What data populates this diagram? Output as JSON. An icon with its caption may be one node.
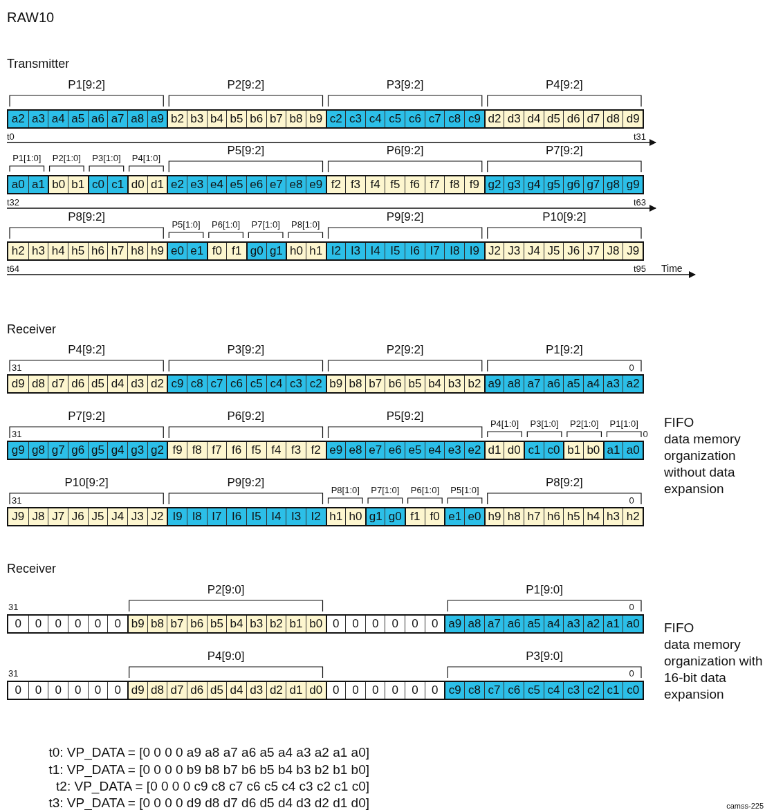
{
  "diagram": {
    "nodes": [
      {
        "text": [],
        "shape": "bar"
      },
      {
        "text": [
          "a2"
        ],
        "in": 0
      },
      {
        "text": [
          "a3"
        ],
        "in": 0
      },
      {
        "text": [
          "a4"
        ],
        "in": 0
      },
      {
        "text": [
          "a5"
        ],
        "in": 0
      },
      {
        "text": [
          "a6"
        ],
        "in": 0
      },
      {
        "text": [
          "a7"
        ],
        "in": 0
      },
      {
        "text": [
          "a8"
        ],
        "in": 0
      },
      {
        "text": [
          "a9"
        ],
        "in": 0
      },
      {
        "text": [
          "b2"
        ],
        "in": 0
      },
      {
        "text": [
          "b3"
        ],
        "in": 0
      },
      {
        "text": [
          "b4"
        ],
        "in": 0
      },
      {
        "text": [
          "b5"
        ],
        "in": 0
      },
      {
        "text": [
          "b6"
        ],
        "in": 0
      },
      {
        "text": [
          "b7"
        ],
        "in": 0
      },
      {
        "text": [
          "b8"
        ],
        "in": 0
      },
      {
        "text": [
          "b9"
        ],
        "in": 0
      },
      {
        "text": [
          "c2"
        ],
        "in": 0
      },
      {
        "text": [
          "c3"
        ],
        "in": 0
      },
      {
        "text": [
          "c4"
        ],
        "in": 0
      },
      {
        "text": [
          "c5"
        ],
        "in": 0
      },
      {
        "text": [
          "c6"
        ],
        "in": 0
      },
      {
        "text": [
          "c7"
        ],
        "in": 0
      },
      {
        "text": [
          "c8"
        ],
        "in": 0
      },
      {
        "text": [
          "c9"
        ],
        "in": 0
      },
      {
        "text": [
          "d2"
        ],
        "in": 0
      },
      {
        "text": [
          "d3"
        ],
        "in": 0
      },
      {
        "text": [
          "d4"
        ],
        "in": 0
      },
      {
        "text": [
          "d5"
        ],
        "in": 0
      },
      {
        "text": [
          "d6"
        ],
        "in": 0
      },
      {
        "text": [
          "d7"
        ],
        "in": 0
      },
      {
        "text": [
          "d8"
        ],
        "in": 0
      },
      {
        "text": [
          "d9"
        ],
        "in": 0
      },
      {
        "text": [],
        "shape": "bar"
      },
      {
        "text": [
          "a0"
        ],
        "in": 33
      },
      {
        "text": [
          "a1"
        ],
        "in": 33
      },
      {
        "text": [
          "b0"
        ],
        "in": 33
      },
      {
        "text": [
          "b1"
        ],
        "in": 33
      },
      {
        "text": [
          "c0"
        ],
        "in": 33
      },
      {
        "text": [
          "c1"
        ],
        "in": 33
      },
      {
        "text": [
          "d0"
        ],
        "in": 33
      },
      {
        "text": [
          "d1"
        ],
        "in": 33
      },
      {
        "text": [
          "e2"
        ],
        "in": 33
      },
      {
        "text": [
          "e3"
        ],
        "in": 33
      },
      {
        "text": [
          "e4"
        ],
        "in": 33
      },
      {
        "text": [
          "e5"
        ],
        "in": 33
      },
      {
        "text": [
          "e6"
        ],
        "in": 33
      },
      {
        "text": [
          "e7"
        ],
        "in": 33
      },
      {
        "text": [
          "e8"
        ],
        "in": 33
      },
      {
        "text": [
          "e9"
        ],
        "in": 33
      },
      {
        "text": [
          "f2"
        ],
        "in": 33
      },
      {
        "text": [
          "f3"
        ],
        "in": 33
      },
      {
        "text": [
          "f4"
        ],
        "in": 33
      },
      {
        "text": [
          "f5"
        ],
        "in": 33
      },
      {
        "text": [
          "f6"
        ],
        "in": 33
      },
      {
        "text": [
          "f7"
        ],
        "in": 33
      },
      {
        "text": [
          "f8"
        ],
        "in": 33
      },
      {
        "text": [
          "f9"
        ],
        "in": 33
      },
      {
        "text": [
          "g2"
        ],
        "in": 33
      },
      {
        "text": [
          "g3"
        ],
        "in": 33
      },
      {
        "text": [
          "g4"
        ],
        "in": 33
      },
      {
        "text": [
          "g5"
        ],
        "in": 33
      },
      {
        "text": [
          "g6"
        ],
        "in": 33
      },
      {
        "text": [
          "g7"
        ],
        "in": 33
      },
      {
        "text": [
          "g8"
        ],
        "in": 33
      },
      {
        "text": [
          "g9"
        ],
        "in": 33
      },
      {
        "text": [],
        "shape": "bar"
      },
      {
        "text": [
          "h2"
        ],
        "in": 66
      },
      {
        "text": [
          "h3"
        ],
        "in": 66
      },
      {
        "text": [
          "h4"
        ],
        "in": 66
      },
      {
        "text": [
          "h5"
        ],
        "in": 66
      },
      {
        "text": [
          "h6"
        ],
        "in": 66
      },
      {
        "text": [
          "h7"
        ],
        "in": 66
      },
      {
        "text": [
          "h8"
        ],
        "in": 66
      },
      {
        "text": [
          "h9"
        ],
        "in": 66
      },
      {
        "text": [
          "e0"
        ],
        "in": 66
      },
      {
        "text": [
          "e1"
        ],
        "in": 66
      },
      {
        "text": [
          "f0"
        ],
        "in": 66
      },
      {
        "text": [
          "f1"
        ],
        "in": 66
      },
      {
        "text": [
          "g0"
        ],
        "in": 66
      },
      {
        "text": [
          "g1"
        ],
        "in": 66
      },
      {
        "text": [
          "h0"
        ],
        "in": 66
      },
      {
        "text": [
          "h1"
        ],
        "in": 66
      },
      {
        "text": [
          "I2"
        ],
        "in": 66
      },
      {
        "text": [
          "I3"
        ],
        "in": 66
      },
      {
        "text": [
          "I4"
        ],
        "in": 66
      },
      {
        "text": [
          "I5"
        ],
        "in": 66
      },
      {
        "text": [
          "I6"
        ],
        "in": 66
      },
      {
        "text": [
          "I7"
        ],
        "in": 66
      },
      {
        "text": [
          "I8"
        ],
        "in": 66
      },
      {
        "text": [
          "I9"
        ],
        "in": 66
      },
      {
        "text": [
          "J2"
        ],
        "in": 66
      },
      {
        "text": [
          "J3"
        ],
        "in": 66
      },
      {
        "text": [
          "J4"
        ],
        "in": 66
      },
      {
        "text": [
          "J5"
        ],
        "in": 66
      },
      {
        "text": [
          "J6"
        ],
        "in": 66
      },
      {
        "text": [
          "J7"
        ],
        "in": 66
      },
      {
        "text": [
          "J8"
        ],
        "in": 66
      },
      {
        "text": [
          "J9"
        ],
        "in": 66
      },
      {
        "text": [],
        "shape": "bar"
      },
      {
        "text": [
          "d9"
        ],
        "in": 99
      },
      {
        "text": [
          "d8"
        ],
        "in": 99
      },
      {
        "text": [
          "d7"
        ],
        "in": 99
      },
      {
        "text": [
          "d6"
        ],
        "in": 99
      },
      {
        "text": [
          "d5"
        ],
        "in": 99
      },
      {
        "text": [
          "d4"
        ],
        "in": 99
      },
      {
        "text": [
          "d3"
        ],
        "in": 99
      },
      {
        "text": [
          "d2"
        ],
        "in": 99
      },
      {
        "text": [
          "c9"
        ],
        "in": 99
      },
      {
        "text": [
          "c8"
        ],
        "in": 99
      },
      {
        "text": [
          "c7"
        ],
        "in": 99
      },
      {
        "text": [
          "c6"
        ],
        "in": 99
      },
      {
        "text": [
          "c5"
        ],
        "in": 99
      },
      {
        "text": [
          "c4"
        ],
        "in": 99
      },
      {
        "text": [
          "c3"
        ],
        "in": 99
      },
      {
        "text": [
          "c2"
        ],
        "in": 99
      },
      {
        "text": [
          "b9"
        ],
        "in": 99
      },
      {
        "text": [
          "b8"
        ],
        "in": 99
      },
      {
        "text": [
          "b7"
        ],
        "in": 99
      },
      {
        "text": [
          "b6"
        ],
        "in": 99
      },
      {
        "text": [
          "b5"
        ],
        "in": 99
      },
      {
        "text": [
          "b4"
        ],
        "in": 99
      },
      {
        "text": [
          "b3"
        ],
        "in": 99
      },
      {
        "text": [
          "b2"
        ],
        "in": 99
      },
      {
        "text": [
          "a9"
        ],
        "in": 99
      },
      {
        "text": [
          "a8"
        ],
        "in": 99
      },
      {
        "text": [
          "a7"
        ],
        "in": 99
      },
      {
        "text": [
          "a6"
        ],
        "in": 99
      },
      {
        "text": [
          "a5"
        ],
        "in": 99
      },
      {
        "text": [
          "a4"
        ],
        "in": 99
      },
      {
        "text": [
          "a3"
        ],
        "in": 99
      },
      {
        "text": [
          "a2"
        ],
        "in": 99
      },
      {
        "text": [],
        "shape": "bar"
      },
      {
        "text": [
          "g9"
        ],
        "in": 132
      },
      {
        "text": [
          "g8"
        ],
        "in": 132
      },
      {
        "text": [
          "g7"
        ],
        "in": 132
      },
      {
        "text": [
          "g6"
        ],
        "in": 132
      },
      {
        "text": [
          "g5"
        ],
        "in": 132
      },
      {
        "text": [
          "g4"
        ],
        "in": 132
      },
      {
        "text": [
          "g3"
        ],
        "in": 132
      },
      {
        "text": [
          "g2"
        ],
        "in": 132
      },
      {
        "text": [
          "f9"
        ],
        "in": 132
      },
      {
        "text": [
          "f8"
        ],
        "in": 132
      },
      {
        "text": [
          "f7"
        ],
        "in": 132
      },
      {
        "text": [
          "f6"
        ],
        "in": 132
      },
      {
        "text": [
          "f5"
        ],
        "in": 132
      },
      {
        "text": [
          "f4"
        ],
        "in": 132
      },
      {
        "text": [
          "f3"
        ],
        "in": 132
      },
      {
        "text": [
          "f2"
        ],
        "in": 132
      },
      {
        "text": [
          "e9"
        ],
        "in": 132
      },
      {
        "text": [
          "e8"
        ],
        "in": 132
      },
      {
        "text": [
          "e7"
        ],
        "in": 132
      },
      {
        "text": [
          "e6"
        ],
        "in": 132
      },
      {
        "text": [
          "e5"
        ],
        "in": 132
      },
      {
        "text": [
          "e4"
        ],
        "in": 132
      },
      {
        "text": [
          "e3"
        ],
        "in": 132
      },
      {
        "text": [
          "e2"
        ],
        "in": 132
      },
      {
        "text": [
          "d1"
        ],
        "in": 132
      },
      {
        "text": [
          "d0"
        ],
        "in": 132
      },
      {
        "text": [
          "c1"
        ],
        "in": 132
      },
      {
        "text": [
          "c0"
        ],
        "in": 132
      },
      {
        "text": [
          "b1"
        ],
        "in": 132
      },
      {
        "text": [
          "b0"
        ],
        "in": 132
      },
      {
        "text": [
          "a1"
        ],
        "in": 132
      },
      {
        "text": [
          "a0"
        ],
        "in": 132
      },
      {
        "text": [],
        "shape": "bar"
      },
      {
        "text": [
          "J9"
        ],
        "in": 165
      },
      {
        "text": [
          "J8"
        ],
        "in": 165
      },
      {
        "text": [
          "J7"
        ],
        "in": 165
      },
      {
        "text": [
          "J6"
        ],
        "in": 165
      },
      {
        "text": [
          "J5"
        ],
        "in": 165
      },
      {
        "text": [
          "J4"
        ],
        "in": 165
      },
      {
        "text": [
          "J3"
        ],
        "in": 165
      },
      {
        "text": [
          "J2"
        ],
        "in": 165
      },
      {
        "text": [
          "I9"
        ],
        "in": 165
      },
      {
        "text": [
          "I8"
        ],
        "in": 165
      },
      {
        "text": [
          "I7"
        ],
        "in": 165
      },
      {
        "text": [
          "I6"
        ],
        "in": 165
      },
      {
        "text": [
          "I5"
        ],
        "in": 165
      },
      {
        "text": [
          "I4"
        ],
        "in": 165
      },
      {
        "text": [
          "I3"
        ],
        "in": 165
      },
      {
        "text": [
          "I2"
        ],
        "in": 165
      },
      {
        "text": [
          "h1"
        ],
        "in": 165
      },
      {
        "text": [
          "h0"
        ],
        "in": 165
      },
      {
        "text": [
          "g1"
        ],
        "in": 165
      },
      {
        "text": [
          "g0"
        ],
        "in": 165
      },
      {
        "text": [
          "f1"
        ],
        "in": 165
      },
      {
        "text": [
          "f0"
        ],
        "in": 165
      },
      {
        "text": [
          "e1"
        ],
        "in": 165
      },
      {
        "text": [
          "e0"
        ],
        "in": 165
      },
      {
        "text": [
          "h9"
        ],
        "in": 165
      },
      {
        "text": [
          "h8"
        ],
        "in": 165
      },
      {
        "text": [
          "h7"
        ],
        "in": 165
      },
      {
        "text": [
          "h6"
        ],
        "in": 165
      },
      {
        "text": [
          "h5"
        ],
        "in": 165
      },
      {
        "text": [
          "h4"
        ],
        "in": 165
      },
      {
        "text": [
          "h3"
        ],
        "in": 165
      },
      {
        "text": [
          "h2"
        ],
        "in": 165
      },
      {
        "text": [],
        "shape": "bar"
      },
      {
        "text": [
          "0"
        ],
        "in": 198
      },
      {
        "text": [
          "0"
        ],
        "in": 198
      },
      {
        "text": [
          "0"
        ],
        "in": 198
      },
      {
        "text": [
          "0"
        ],
        "in": 198
      },
      {
        "text": [
          "0"
        ],
        "in": 198
      },
      {
        "text": [
          "0"
        ],
        "in": 198
      },
      {
        "text": [
          "b9"
        ],
        "in": 198
      },
      {
        "text": [
          "b8"
        ],
        "in": 198
      },
      {
        "text": [
          "b7"
        ],
        "in": 198
      },
      {
        "text": [
          "b6"
        ],
        "in": 198
      },
      {
        "text": [
          "b5"
        ],
        "in": 198
      },
      {
        "text": [
          "b4"
        ],
        "in": 198
      },
      {
        "text": [
          "b3"
        ],
        "in": 198
      },
      {
        "text": [
          "b2"
        ],
        "in": 198
      },
      {
        "text": [
          "b1"
        ],
        "in": 198
      },
      {
        "text": [
          "b0"
        ],
        "in": 198
      },
      {
        "text": [
          "0"
        ],
        "in": 198
      },
      {
        "text": [
          "0"
        ],
        "in": 198
      },
      {
        "text": [
          "0"
        ],
        "in": 198
      },
      {
        "text": [
          "0"
        ],
        "in": 198
      },
      {
        "text": [
          "0"
        ],
        "in": 198
      },
      {
        "text": [
          "0"
        ],
        "in": 198
      },
      {
        "text": [
          "a9"
        ],
        "in": 198
      },
      {
        "text": [
          "a8"
        ],
        "in": 198
      },
      {
        "text": [
          "a7"
        ],
        "in": 198
      },
      {
        "text": [
          "a6"
        ],
        "in": 198
      },
      {
        "text": [
          "a5"
        ],
        "in": 198
      },
      {
        "text": [
          "a4"
        ],
        "in": 198
      },
      {
        "text": [
          "a3"
        ],
        "in": 198
      },
      {
        "text": [
          "a2"
        ],
        "in": 198
      },
      {
        "text": [
          "a1"
        ],
        "in": 198
      },
      {
        "text": [
          "a0"
        ],
        "in": 198
      },
      {
        "text": [],
        "shape": "bar"
      },
      {
        "text": [
          "0"
        ],
        "in": 231
      },
      {
        "text": [
          "0"
        ],
        "in": 231
      },
      {
        "text": [
          "0"
        ],
        "in": 231
      },
      {
        "text": [
          "0"
        ],
        "in": 231
      },
      {
        "text": [
          "0"
        ],
        "in": 231
      },
      {
        "text": [
          "0"
        ],
        "in": 231
      },
      {
        "text": [
          "d9"
        ],
        "in": 231
      },
      {
        "text": [
          "d8"
        ],
        "in": 231
      },
      {
        "text": [
          "d7"
        ],
        "in": 231
      },
      {
        "text": [
          "d6"
        ],
        "in": 231
      },
      {
        "text": [
          "d5"
        ],
        "in": 231
      },
      {
        "text": [
          "d4"
        ],
        "in": 231
      },
      {
        "text": [
          "d3"
        ],
        "in": 231
      },
      {
        "text": [
          "d2"
        ],
        "in": 231
      },
      {
        "text": [
          "d1"
        ],
        "in": 231
      },
      {
        "text": [
          "d0"
        ],
        "in": 231
      },
      {
        "text": [
          "0"
        ],
        "in": 231
      },
      {
        "text": [
          "0"
        ],
        "in": 231
      },
      {
        "text": [
          "0"
        ],
        "in": 231
      },
      {
        "text": [
          "0"
        ],
        "in": 231
      },
      {
        "text": [
          "0"
        ],
        "in": 231
      },
      {
        "text": [
          "0"
        ],
        "in": 231
      },
      {
        "text": [
          "c9"
        ],
        "in": 231
      },
      {
        "text": [
          "c8"
        ],
        "in": 231
      },
      {
        "text": [
          "c7"
        ],
        "in": 231
      },
      {
        "text": [
          "c6"
        ],
        "in": 231
      },
      {
        "text": [
          "c5"
        ],
        "in": 231
      },
      {
        "text": [
          "c4"
        ],
        "in": 231
      },
      {
        "text": [
          "c3"
        ],
        "in": 231
      },
      {
        "text": [
          "c2"
        ],
        "in": 231
      },
      {
        "text": [
          "c1"
        ],
        "in": 231
      },
      {
        "text": [
          "c0"
        ],
        "in": 231
      }
    ],
    "labels": [
      "RAW10",
      "Transmitter",
      "P1[9:2]",
      "P2[9:2]",
      "P3[9:2]",
      "P4[9:2]",
      "t0",
      "t31",
      "P1[1:0]",
      "P2[1:0]",
      "P3[1:0]",
      "P4[1:0]",
      "P5[9:2]",
      "P6[9:2]",
      "P7[9:2]",
      "t32",
      "t63",
      "P8[9:2]",
      "P5[1:0]",
      "P6[1:0]",
      "P7[1:0]",
      "P8[1:0]",
      "P9[9:2]",
      "P10[9:2]",
      "t64",
      "t95",
      "Time",
      "Receiver",
      "P4[9:2]",
      "P3[9:2]",
      "P2[9:2]",
      "P1[9:2]",
      "31",
      "0",
      "P7[9:2]",
      "P6[9:2]",
      "P5[9:2]",
      "P4[1:0]",
      "P3[1:0]",
      "P2[1:0]",
      "P1[1:0]",
      "31",
      "0",
      "FIFO",
      "data memory organization without data expansion",
      "P10[9:2]",
      "P9[9:2]",
      "P8[1:0]",
      "P7[1:0]",
      "P6[1:0]",
      "P5[1:0]",
      "P8[9:2]",
      "31",
      "0",
      "Receiver",
      "P2[9:0]",
      "P1[9:0]",
      "31",
      "0",
      "FIFO",
      "data memory organization with 16-bit data expansion",
      "P4[9:0]",
      "P3[9:0]",
      "31",
      "0",
      "t0: VP_DATA = [0 0 0 0 a9 a8 a7 a6 a5 a4 a3 a2 a1 a0]",
      "t1: VP_DATA = [0 0 0 0 b9 b8 b7 b6 b5 b4 b3 b2 b1 b0]",
      "t2: VP_DATA = [0 0 0 0 c9 c8 c7 c6 c5 c4 c3 c2 c1 c0]",
      "t3: VP_DATA = [0 0 0 0 d9 d8 d7 d6 d5 d4 d3 d2 d1 d0]",
      "camss-225"
    ]
  }
}
